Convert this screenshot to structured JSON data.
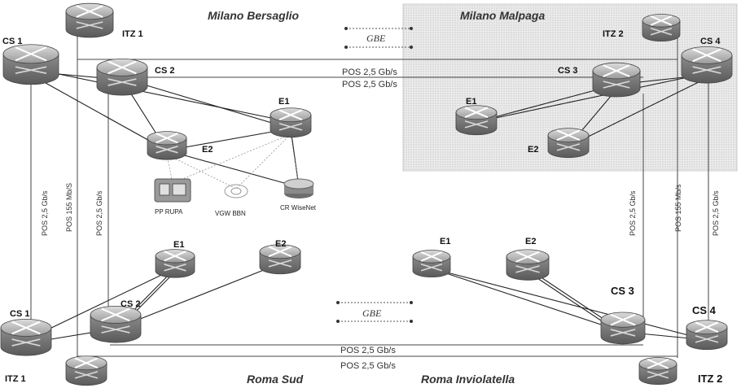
{
  "sites": {
    "milano_bersaglio": "Milano Bersaglio",
    "milano_malpaga": "Milano Malpaga",
    "roma_sud": "Roma Sud",
    "roma_inviolatella": "Roma Inviolatella"
  },
  "nodes": {
    "cs1_top": "CS 1",
    "itz1_top": "ITZ 1",
    "cs2_top": "CS 2",
    "e1_top": "E1",
    "e2_top": "E2",
    "pp_rupa": "PP RUPA",
    "vgw_bbn": "VGW BBN",
    "cr_wisenet": "CR WiseNet",
    "itz2_top": "ITZ 2",
    "cs4_top": "CS 4",
    "cs3_top": "CS 3",
    "e1_malpaga": "E1",
    "e2_malpaga": "E2",
    "e1_romasud": "E1",
    "e2_romasud": "E2",
    "cs1_bottom": "CS 1",
    "cs2_bottom": "CS 2",
    "itz1_bottom": "ITZ 1",
    "e1_inviolatella": "E1",
    "e2_inviolatella": "E2",
    "cs3_bottom": "CS 3",
    "cs4_bottom": "CS 4",
    "itz2_bottom": "ITZ 2"
  },
  "links": {
    "gbe_top": "GBE",
    "gbe_bottom": "GBE",
    "pos_top_1": "POS 2,5 Gb/s",
    "pos_top_2": "POS 2,5 Gb/s",
    "pos_bottom_1": "POS 2,5 Gb/s",
    "pos_bottom_2": "POS 2,5 Gb/s",
    "pos_left_outer": "POS 2,5 Gb/s",
    "pos_left_155": "POS 155 Mb/S",
    "pos_left_inner": "POS 2,5 Gb/s",
    "pos_right_inner": "POS 2,5 Gb/s",
    "pos_right_155": "POS 155 Mb/s",
    "pos_right_outer": "POS 2,5 Gb/s"
  }
}
